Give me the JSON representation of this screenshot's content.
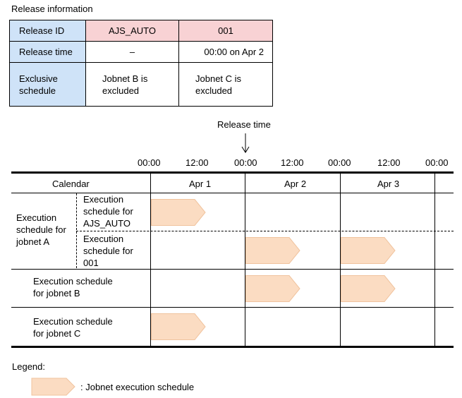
{
  "release_info": {
    "title": "Release information",
    "rows": [
      {
        "label": "Release ID",
        "col1": "AJS_AUTO",
        "col2": "001"
      },
      {
        "label": "Release time",
        "col1": "–",
        "col2": "00:00 on Apr 2"
      },
      {
        "label": "Exclusive\nschedule",
        "col1": "Jobnet B is\nexcluded",
        "col2": "Jobnet C is\nexcluded"
      }
    ]
  },
  "timeline": {
    "release_marker_label": "Release time",
    "release_marker_arrow": "↓",
    "time_labels": [
      "00:00",
      "12:00",
      "00:00",
      "12:00",
      "00:00",
      "12:00",
      "00:00"
    ]
  },
  "grid": {
    "calendar_header": "Calendar",
    "days": [
      "Apr 1",
      "Apr 2",
      "Apr 3"
    ],
    "jobnet_a_label": "Execution\nschedule for\njobnet A",
    "sub_rows": [
      {
        "label": "Execution\nschedule for\nAJS_AUTO",
        "bars": [
          true,
          false,
          false
        ]
      },
      {
        "label": "Execution\nschedule for\n001",
        "bars": [
          false,
          true,
          true
        ]
      }
    ],
    "rows": [
      {
        "label": "Execution schedule\nfor jobnet B",
        "bars": [
          false,
          true,
          true
        ]
      },
      {
        "label": "Execution schedule\nfor jobnet C",
        "bars": [
          true,
          false,
          false
        ]
      }
    ]
  },
  "legend": {
    "title": "Legend:",
    "item_label": ": Jobnet execution schedule"
  },
  "colors": {
    "header_blue": "#cfe3f8",
    "header_pink": "#f8d2d4",
    "bar_fill": "#fbdcc2",
    "bar_stroke": "#f0c39e"
  }
}
